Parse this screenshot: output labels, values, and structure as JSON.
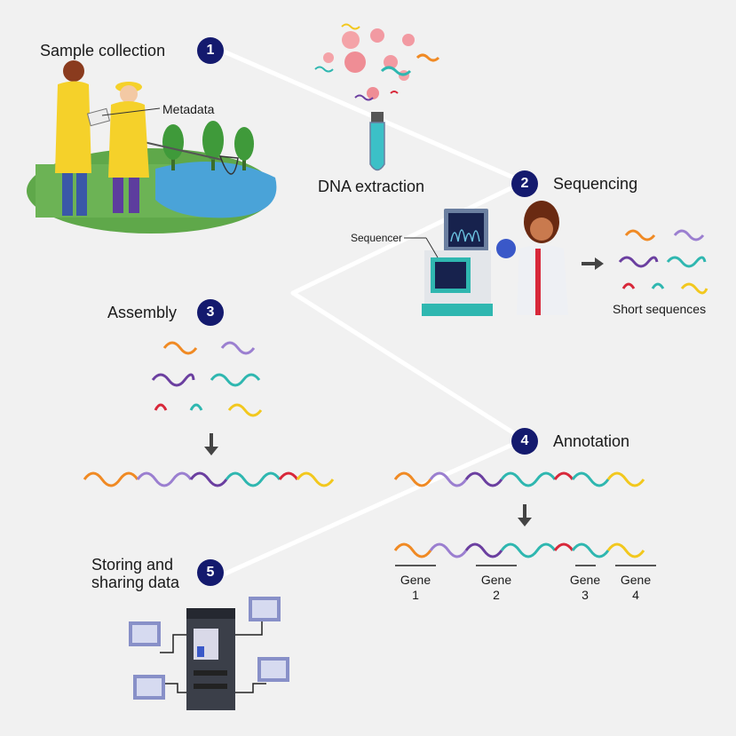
{
  "steps": [
    {
      "number": "1",
      "label": "Sample collection"
    },
    {
      "number": "2",
      "label": "Sequencing"
    },
    {
      "number": "3",
      "label": "Assembly"
    },
    {
      "number": "4",
      "label": "Annotation"
    },
    {
      "number": "5",
      "label": "Storing and sharing data"
    }
  ],
  "callouts": {
    "metadata": "Metadata",
    "dna_extraction": "DNA extraction",
    "sequencer": "Sequencer",
    "short_sequences": "Short sequences"
  },
  "genes": [
    {
      "word": "Gene",
      "num": "1"
    },
    {
      "word": "Gene",
      "num": "2"
    },
    {
      "word": "Gene",
      "num": "3"
    },
    {
      "word": "Gene",
      "num": "4"
    }
  ],
  "colors": {
    "badge": "#141a6e",
    "background": "#f1f1f1",
    "dna_orange": "#f08a24",
    "dna_purple": "#6b3fa0",
    "dna_lavender": "#9b7fd0",
    "dna_teal": "#2fb7b0",
    "dna_red": "#d8283a",
    "dna_yellow": "#f2c81e",
    "water": "#4aa3d8",
    "grass": "#5fa84a",
    "raincoat": "#f5d12a"
  },
  "icons": [
    "dna-helix-icon",
    "test-tube-icon",
    "sequencer-machine-icon",
    "scientist-icon",
    "server-rack-icon",
    "computer-monitor-icon",
    "arrow-right-icon",
    "arrow-down-icon"
  ]
}
